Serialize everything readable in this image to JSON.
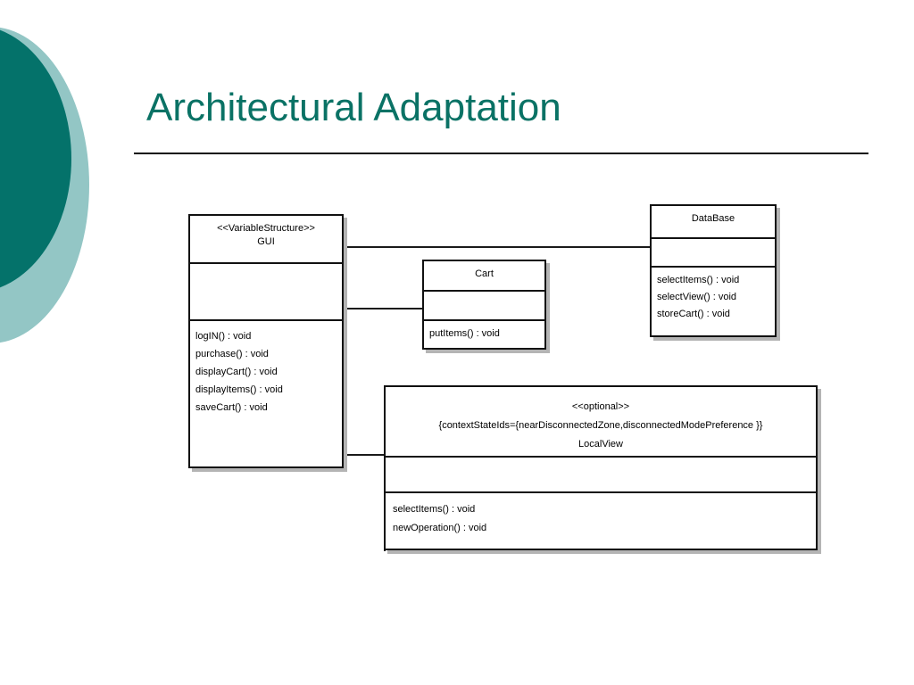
{
  "slide": {
    "title": "Architectural Adaptation",
    "title_color": "#0A7265",
    "decoration": {
      "dark_circle_color": "#04726A",
      "light_circle_color": "#93C6C5"
    }
  },
  "diagram": {
    "type": "uml-class-diagram",
    "classes": [
      {
        "id": "gui",
        "stereotype": "<<VariableStructure>>",
        "name": "GUI",
        "attributes": [],
        "operations": [
          "logIN() : void",
          "purchase() : void",
          "displayCart() : void",
          "displayItems() : void",
          "saveCart() : void"
        ]
      },
      {
        "id": "cart",
        "stereotype": "",
        "name": "Cart",
        "attributes": [],
        "operations": [
          "putItems() : void"
        ]
      },
      {
        "id": "database",
        "stereotype": "",
        "name": "DataBase",
        "attributes": [],
        "operations": [
          "selectItems() : void",
          "selectView() : void",
          "storeCart() : void"
        ]
      },
      {
        "id": "localview",
        "stereotype": "<<optional>>",
        "constraint": "{contextStateIds={nearDisconnectedZone,disconnectedModePreference }}",
        "name": "LocalView",
        "attributes": [],
        "operations": [
          "selectItems() : void",
          "newOperation() : void"
        ]
      }
    ],
    "associations": [
      {
        "from": "gui",
        "to": "database"
      },
      {
        "from": "gui",
        "to": "cart"
      },
      {
        "from": "gui",
        "to": "localview"
      }
    ]
  }
}
